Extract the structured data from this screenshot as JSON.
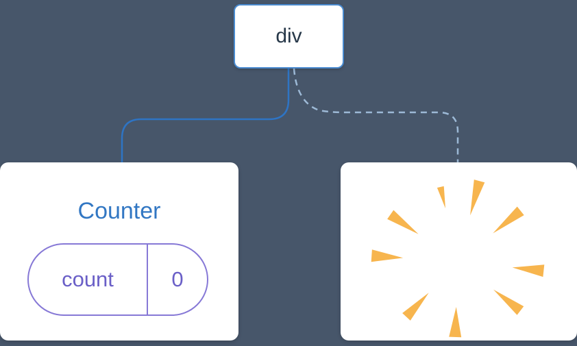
{
  "diagram": {
    "background": "#47566A",
    "root": {
      "label": "div"
    },
    "edges": {
      "solid_color": "#2E74C4",
      "dashed_color": "#9DB9D6"
    },
    "counter": {
      "title": "Counter",
      "state_pill": {
        "key": "count",
        "value": "0"
      }
    },
    "removed": {
      "burst_color": "#F7B54E"
    }
  }
}
